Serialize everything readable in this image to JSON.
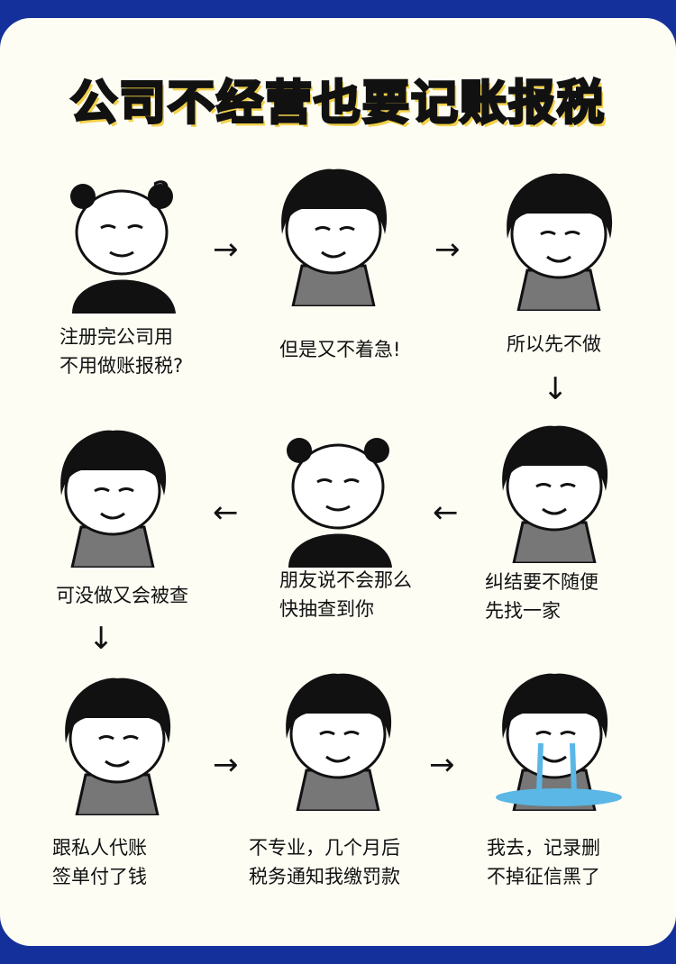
{
  "title": "公司不经营也要记账报税",
  "colors": {
    "background": "#14309a",
    "card": "#fdfdf4",
    "title_shadow": "#f2d14a",
    "tears": "#5bb7e6"
  },
  "steps": [
    {
      "caption": "注册完公司用\n不用做账报税?",
      "character": "panda"
    },
    {
      "caption": "但是又不着急!",
      "character": "bowl-cut"
    },
    {
      "caption": "所以先不做",
      "character": "bowl-cut"
    },
    {
      "caption": "纠结要不随便\n先找一家",
      "character": "bowl-cut"
    },
    {
      "caption": "朋友说不会那么\n快抽查到你",
      "character": "panda"
    },
    {
      "caption": "可没做又会被查",
      "character": "bowl-cut"
    },
    {
      "caption": "跟私人代账\n签单付了钱",
      "character": "bowl-cut"
    },
    {
      "caption": "不专业，几个月后\n税务通知我缴罚款",
      "character": "bowl-cut"
    },
    {
      "caption": "我去，记录删\n不掉征信黑了",
      "character": "bowl-cut-crying"
    }
  ],
  "arrows": {
    "right": "→",
    "left": "←",
    "down": "↓"
  },
  "question_mark": "?"
}
